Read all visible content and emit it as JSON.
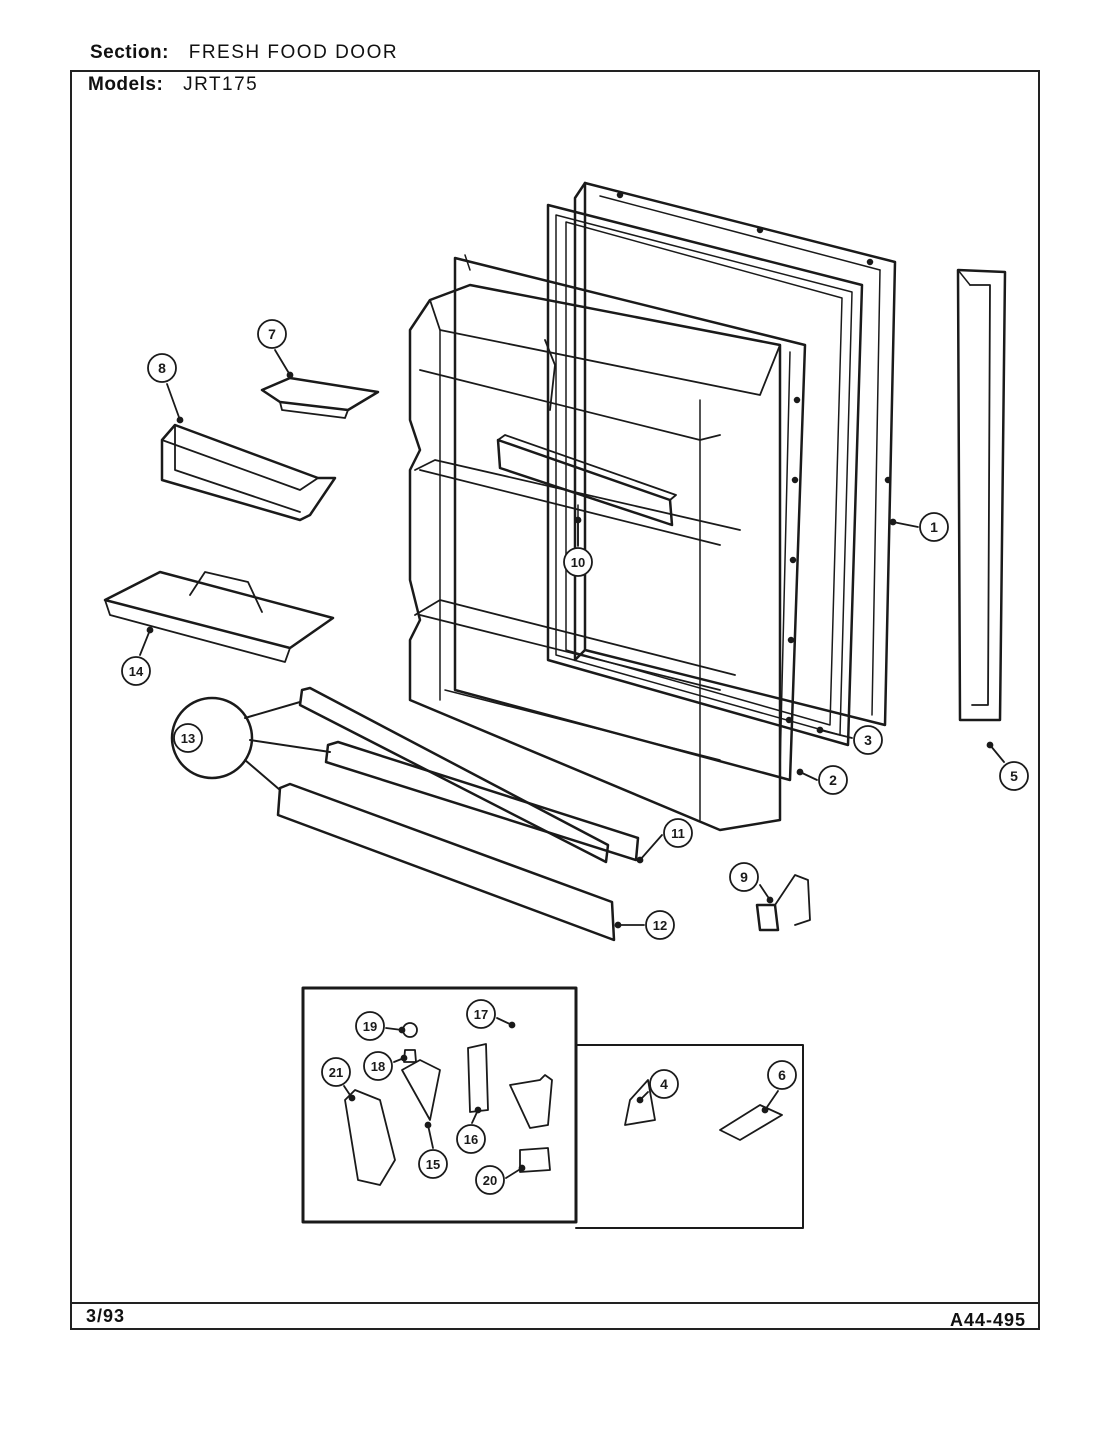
{
  "header": {
    "section_label": "Section:",
    "section_value": "FRESH FOOD DOOR",
    "models_label": "Models:",
    "models_value": "JRT175"
  },
  "footer": {
    "date": "3/93",
    "drawing_number": "A44-495"
  },
  "callouts": [
    "1",
    "2",
    "3",
    "4",
    "5",
    "6",
    "7",
    "8",
    "9",
    "10",
    "11",
    "12",
    "13",
    "14",
    "15",
    "16",
    "17",
    "18",
    "19",
    "20",
    "21"
  ],
  "colors": {
    "ink": "#1a1a1a",
    "paper": "#ffffff"
  }
}
